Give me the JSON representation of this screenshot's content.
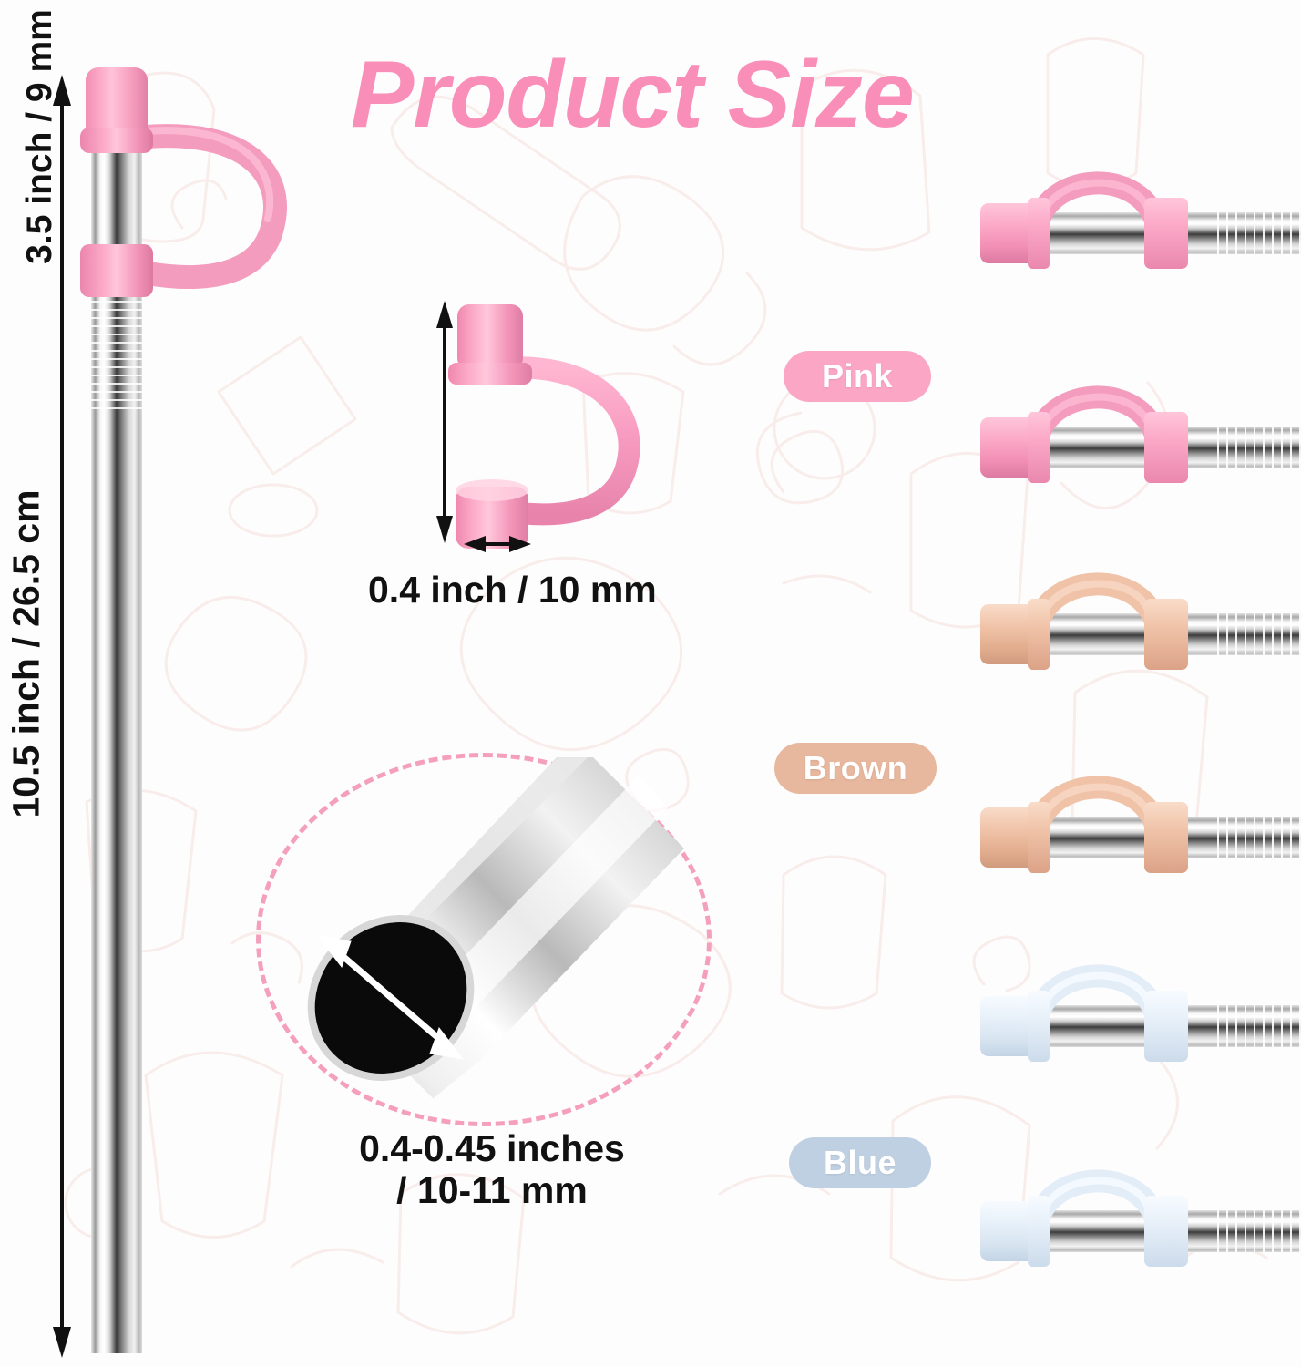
{
  "title": "Product Size",
  "theme": {
    "title_pink": "#f98fb8",
    "dashed_circle": "#f4a0bd",
    "text_black": "#111111",
    "background": "#fefdfd",
    "watermark": "#f7e6e2"
  },
  "measurements": {
    "straw_length": {
      "label": "10.5 inch / 26.5 cm",
      "orientation": "vertical",
      "arrow": "double-headed"
    },
    "cap_height": {
      "label": "3.5 inch / 9 mm",
      "orientation": "vertical",
      "arrow": "double-headed"
    },
    "cap_width": {
      "label": "0.4 inch / 10 mm",
      "orientation": "horizontal",
      "arrow": "double-headed"
    },
    "straw_diameter": {
      "label_line1": "0.4-0.45 inches",
      "label_line2": "/ 10-11 mm",
      "orientation": "diagonal",
      "arrow": "double-headed"
    }
  },
  "colors": [
    {
      "name": "Pink",
      "badge_bg": "#fba6c5",
      "badge_text": "#ffffff",
      "silicone_light": "#ffc6da",
      "silicone_mid": "#fba8c6",
      "silicone_dark": "#e27fa6"
    },
    {
      "name": "Brown",
      "badge_bg": "#e7b79e",
      "badge_text": "#ffffff",
      "silicone_light": "#f7d4bf",
      "silicone_mid": "#f0c3a8",
      "silicone_dark": "#d9a287"
    },
    {
      "name": "Blue",
      "badge_bg": "#bfd0e2",
      "badge_text": "#ffffff",
      "silicone_light": "#f2f7fc",
      "silicone_mid": "#e2edf7",
      "silicone_dark": "#c6d7e8"
    }
  ],
  "variant_rows": [
    {
      "color_index": 0
    },
    {
      "color_index": 0
    },
    {
      "color_index": 1
    },
    {
      "color_index": 1
    },
    {
      "color_index": 2
    },
    {
      "color_index": 2
    }
  ]
}
